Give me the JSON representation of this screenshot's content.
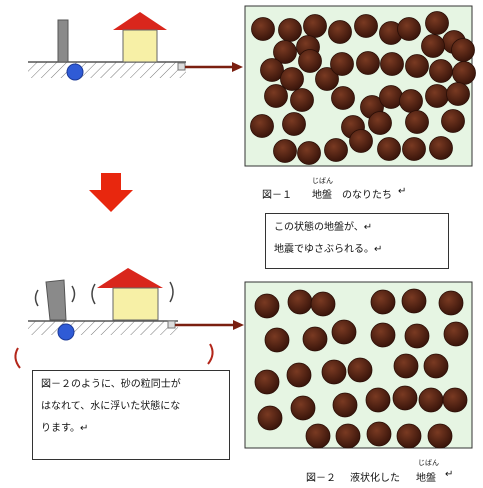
{
  "figure1": {
    "caption_label": "図－１",
    "caption_term": "地盤",
    "caption_ruby": "じばん",
    "caption_rest": "のなりたち",
    "caption_mark": "↵"
  },
  "figure2": {
    "caption_label": "図－２",
    "caption_prefix": "液状化した",
    "caption_term": "地盤",
    "caption_ruby": "じばん",
    "caption_mark": "↵"
  },
  "note_top": {
    "line1": "この状態の地盤が、↵",
    "line2": "地震でゆさぶられる。↵"
  },
  "note_bottom": {
    "line1": "図－２のように、砂の粒同士が",
    "line2": "はなれて、水に浮いた状態にな",
    "line3": "ります。↵"
  },
  "colors": {
    "sand_panel_bg": "#e6f5e3",
    "grain": "#4a1f12",
    "arrow_red": "#e8270e",
    "roof_red": "#d9261c",
    "house_yellow": "#f7f0a6",
    "pole_gray": "#8a8a8a",
    "water_ball_blue": "#2f5bd6",
    "connector": "#7a1f10"
  }
}
